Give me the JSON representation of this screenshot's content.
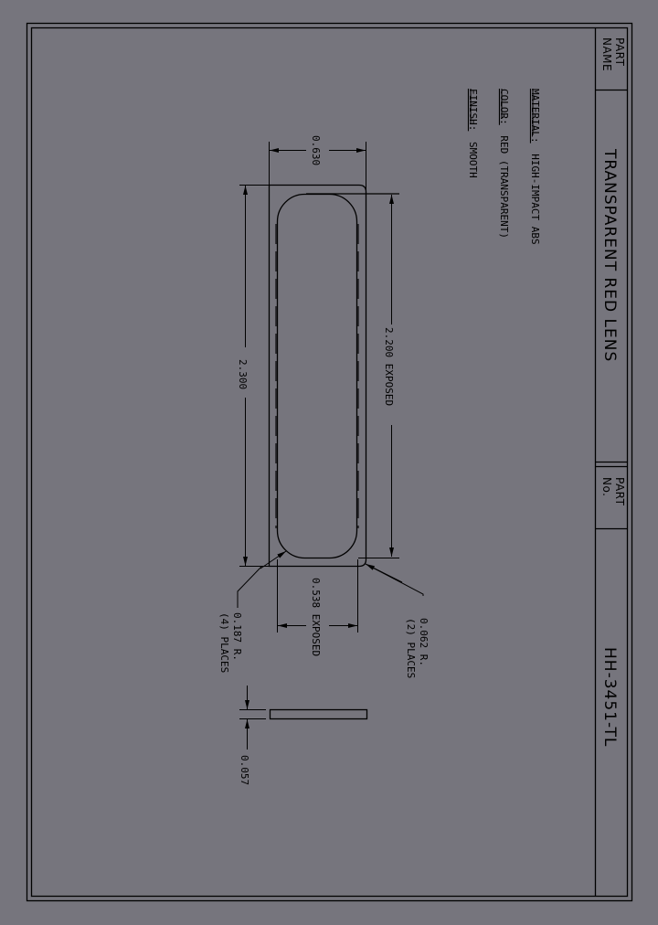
{
  "title_block": {
    "part_name_label_1": "PART",
    "part_name_label_2": "NAME",
    "part_name": "TRANSPARENT RED LENS",
    "part_no_label_1": "PART",
    "part_no_label_2": "No.",
    "part_no": "HH-3451-TL"
  },
  "notes": {
    "material_label": "MATERIAL:",
    "material_value": "HIGH-IMPACT ABS",
    "color_label": "COLOR:",
    "color_value": "RED (TRANSPARENT)",
    "finish_label": "FINISH:",
    "finish_value": "SMOOTH"
  },
  "dimensions": {
    "overall_width": "0.630",
    "overall_length": "2.300",
    "exposed_length": "2.200 EXPOSED",
    "exposed_width": "0.538 EXPOSED",
    "thickness": "0.057",
    "outer_radius_1": "0.062 R.",
    "outer_radius_2": "(2) PLACES",
    "inner_radius_1": "0.187 R.",
    "inner_radius_2": "(4) PLACES"
  },
  "colors": {
    "background": "#76757d",
    "line": "#000000"
  }
}
